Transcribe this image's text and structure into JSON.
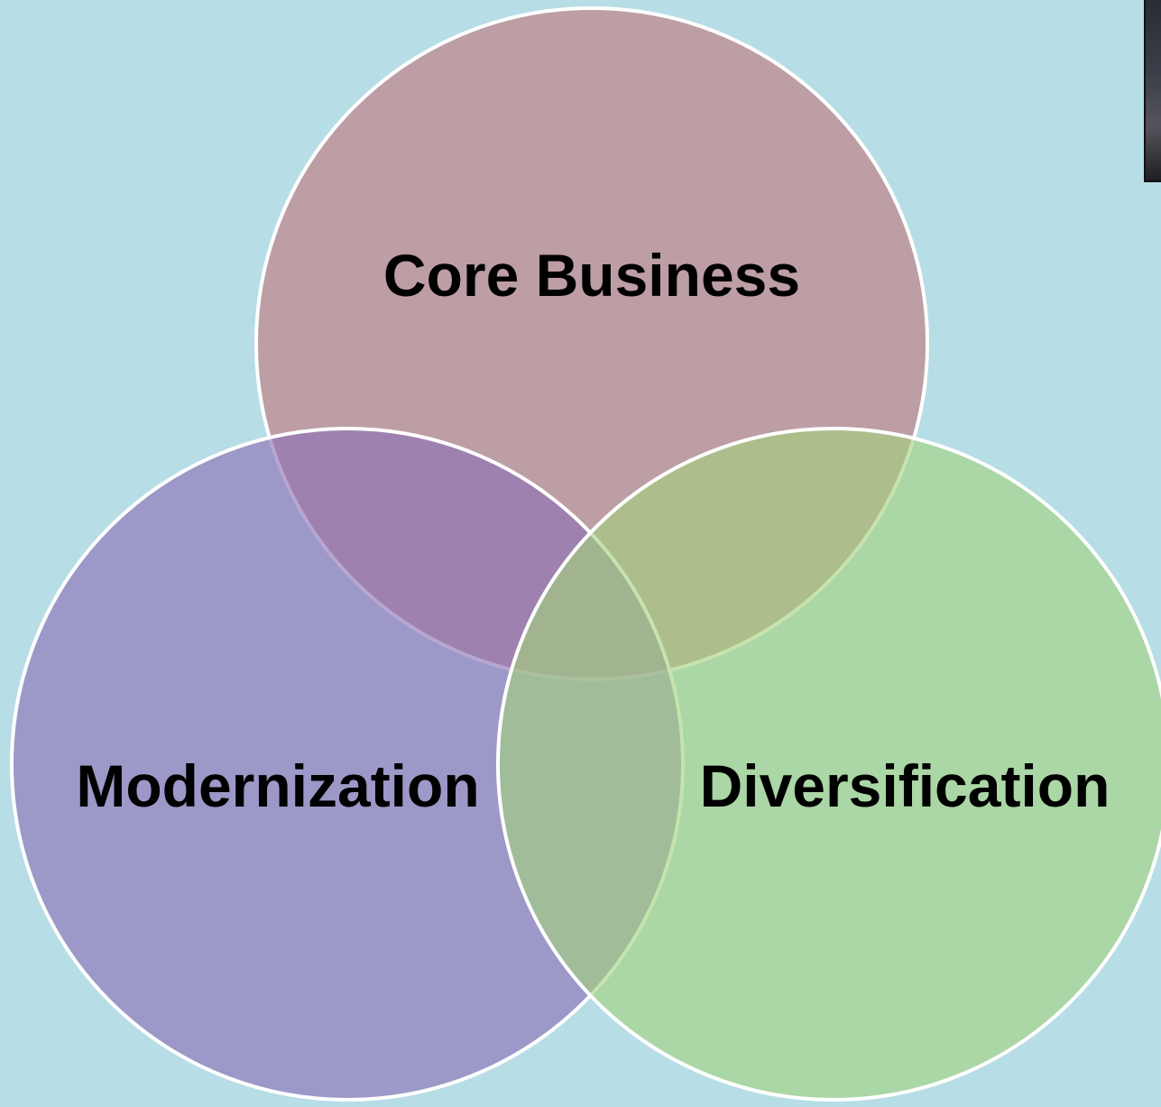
{
  "diagram": {
    "type": "venn",
    "background_color": "#b7dde6",
    "outline_color": "#ffffff",
    "sets": [
      {
        "id": "core",
        "label": "Core Business",
        "color": "#c0787c"
      },
      {
        "id": "modernization",
        "label": "Modernization",
        "color": "#8a6fb4"
      },
      {
        "id": "diversification",
        "label": "Diversification",
        "color": "#a3d27c"
      }
    ]
  }
}
